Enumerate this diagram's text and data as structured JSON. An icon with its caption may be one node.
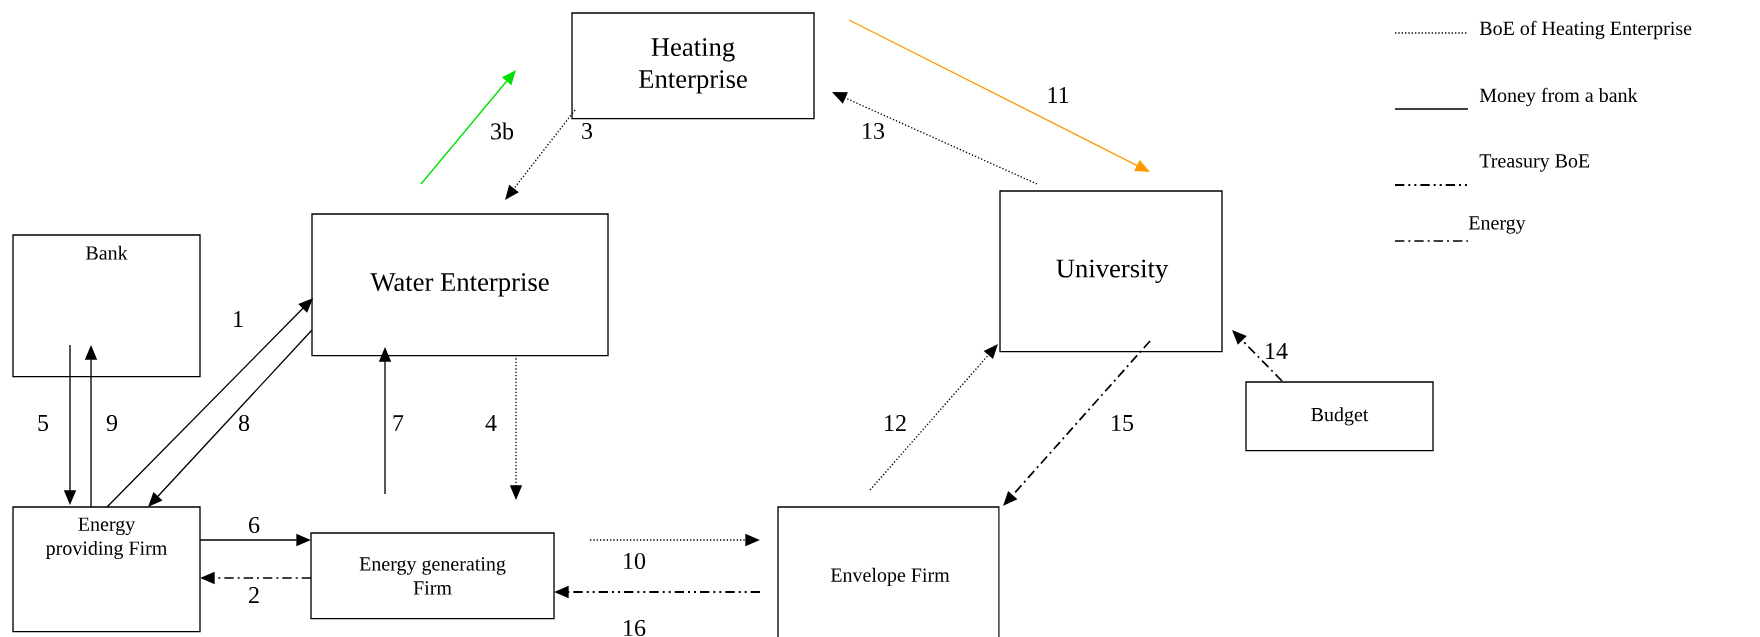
{
  "diagram": {
    "nodes": [
      {
        "text": [
          "Heating Enterprise"
        ]
      },
      {
        "text": [
          "Bank"
        ]
      },
      {
        "text": [
          "Water Enterprise"
        ]
      },
      {
        "text": [
          "University"
        ]
      },
      {
        "text": [
          "Budget"
        ]
      },
      {
        "text": [
          "Energy providing Firm"
        ]
      },
      {
        "text": [
          "Energy generating Firm"
        ]
      },
      {
        "text": [
          "Envelope Firm"
        ]
      }
    ],
    "edges": [
      {
        "from": 0,
        "to": 2,
        "arrow": "to",
        "label": "3",
        "style": "dashed"
      },
      {
        "from": 2,
        "to": 0,
        "arrow": "to",
        "label": "3b",
        "color": "#00e000"
      },
      {
        "from": 0,
        "to": 3,
        "arrow": "to",
        "label": "11",
        "color": "#ff9900"
      },
      {
        "from": 3,
        "to": 0,
        "arrow": "to",
        "label": "13",
        "style": "dashed"
      },
      {
        "from": 5,
        "to": 2,
        "arrow": "to",
        "label": "1"
      },
      {
        "from": 2,
        "to": 5,
        "arrow": "to",
        "label": "8"
      },
      {
        "from": 1,
        "to": 5,
        "arrow": "to",
        "label": "5"
      },
      {
        "from": 5,
        "to": 1,
        "arrow": "to",
        "label": "9"
      },
      {
        "from": 6,
        "to": 2,
        "arrow": "to",
        "label": "7"
      },
      {
        "from": 2,
        "to": 6,
        "arrow": "to",
        "label": "4",
        "style": "dashed"
      },
      {
        "from": 5,
        "to": 6,
        "arrow": "to",
        "label": "6"
      },
      {
        "from": 6,
        "to": 5,
        "arrow": "to",
        "label": "2",
        "style": "dashed"
      },
      {
        "from": 6,
        "to": 7,
        "arrow": "to",
        "label": "10",
        "style": "dashed"
      },
      {
        "from": 7,
        "to": 6,
        "arrow": "to",
        "label": "16",
        "style": "dashed"
      },
      {
        "from": 7,
        "to": 3,
        "arrow": "to",
        "label": "12",
        "style": "dashed"
      },
      {
        "from": 3,
        "to": 7,
        "arrow": "to",
        "label": "15",
        "style": "dashed"
      },
      {
        "from": 4,
        "to": 3,
        "arrow": "to",
        "label": "14",
        "style": "dashed"
      }
    ],
    "legend": [
      {
        "text": "BoE of Heating Enterprise"
      },
      {
        "text": "Money from a bank"
      },
      {
        "text": "Treasury BoE"
      },
      {
        "text": "Energy"
      }
    ]
  }
}
